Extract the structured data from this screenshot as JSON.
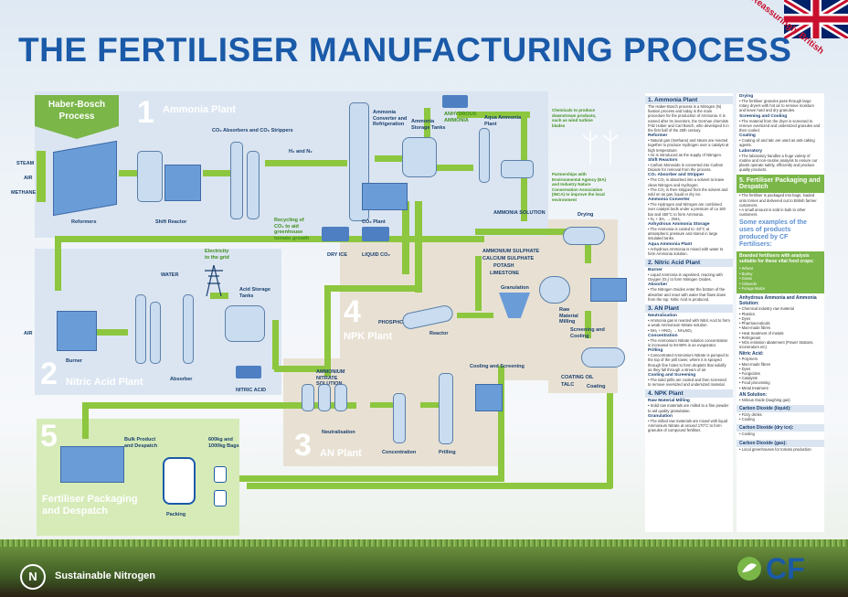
{
  "header": {
    "title": "THE FERTILISER MANUFACTURING PROCESS",
    "tagline": "Reassuringly British"
  },
  "colors": {
    "title": "#1a5aa8",
    "pipe_green": "#8dc63f",
    "zone_blue": "#dbe5f1",
    "zone_tan": "#e8e1d3",
    "zone_green": "#d6ebb8",
    "accent_green": "#7ab648"
  },
  "haber_bosch": {
    "label": "Haber-Bosch Process"
  },
  "zones": {
    "ammonia": {
      "number": "1",
      "label": "Ammonia Plant"
    },
    "nitric": {
      "number": "2",
      "label": "Nitric Acid Plant"
    },
    "an": {
      "number": "3",
      "label": "AN Plant"
    },
    "npk": {
      "number": "4",
      "label": "NPK Plant"
    },
    "packaging": {
      "number": "5",
      "label": "Fertiliser Packaging and Despatch"
    }
  },
  "inputs": {
    "steam": "STEAM",
    "air": "AIR",
    "methane": "METHANE",
    "air2": "AIR",
    "water": "WATER"
  },
  "equipment": {
    "reformers": "Reformers",
    "shift_reactor": "Shift Reactor",
    "co2_absorbers": "CO₂ Absorbers and CO₂ Strippers",
    "h2_n2": "H₂ and N₂",
    "ammonia_converter": "Ammonia Converter and Refrigeration",
    "ammonia_storage": "Ammonia Storage Tanks",
    "anhydrous": "ANHYDROUS AMMONIA",
    "aqua_plant": "Aqua Ammonia Plant",
    "ammonia_solution": "AMMONIA SOLUTION",
    "co2_plant": "CO₂ Plant",
    "dry_ice": "DRY ICE",
    "liquid_co2": "LIQUID CO₂",
    "recycling": "Recycling of CO₂ to aid greenhouse tomato growth",
    "electricity": "Electricity to the grid",
    "burner": "Burner",
    "absorber": "Absorber",
    "acid_tanks": "Acid Storage Tanks",
    "nitric_acid": "NITRIC ACID",
    "phosphoric": "PHOSPHORIC ACID",
    "reactor": "Reactor",
    "granulation": "Granulation",
    "raw_milling": "Raw Material Milling",
    "screening_cooling": "Screening and Cooling",
    "ammonium_sulphate": "AMMONIUM SULPHATE",
    "calcium_sulphate": "CALCIUM SULPHATE",
    "potash": "POTASH",
    "limestone": "LIMESTONE",
    "drying": "Drying",
    "coating": "Coating",
    "coating_oil": "COATING OIL",
    "talc": "TALC",
    "an_solution": "AMMONIUM NITRATE SOLUTION",
    "neutralisation": "Neutralisation",
    "concentration": "Concentration",
    "prilling": "Prilling",
    "cooling_screening": "Cooling and Screening",
    "bulk_product": "Bulk Product and Despatch",
    "bags": "600kg and 1000kg Bags",
    "packing": "Packing"
  },
  "notes": {
    "chemicals": "Chemicals to produce downstream products, such as wind turbine blades",
    "partnerships": "Partnerships with Environmental Agency (EA) and Industry Nature Conservation Association (INCA) to improve the local environment"
  },
  "side": {
    "ammonia_head": "1. Ammonia Plant",
    "ammonia_intro": "The Haber-Bosch process is a Nitrogen (N) fixation process and today is the main procedure for the production of Ammonia. It is named after its inventors, the German chemists Fritz Haber and Carl Bosch, who developed it in the first half of the 20th century.",
    "reformer_h": "Reformer",
    "reformer_t": "• Natural gas (methane) and steam are reacted together to produce Hydrogen over a catalyst at high temperature.\n• Air is introduced as the supply of Nitrogen.",
    "shift_h": "Shift Reactors",
    "shift_t": "• Carbon Monoxide is converted into Carbon Dioxide for removal from the process.",
    "co2_h": "CO₂ Absorber and Stripper",
    "co2_t": "• The CO₂ is absorbed into a solvent to leave clean Nitrogen and Hydrogen.\n• The CO₂ is then stripped from the solvent and sold on as gas, liquid or dry ice.",
    "conv_h": "Ammonia Converter",
    "conv_t": "• The Hydrogen and Nitrogen are combined over catalyst beds under a pressure of ca 160 bar and 450°C to form Ammonia.\n• N₂ + 3H₂ → 2NH₃",
    "anh_h": "Anhydrous Ammonia Storage",
    "anh_t": "• The Ammonia is cooled to -33°C at atmospheric pressure and stored in large insulated tanks.",
    "aqua_h": "Aqua Ammonia Plant",
    "aqua_t": "• Anhydrous Ammonia is mixed with water to form Ammonia solution.",
    "nitric_head": "2. Nitric Acid Plant",
    "burner_h": "Burner",
    "burner_t": "• Liquid Ammonia is vaporised, reacting with Oxygen (O₂) to form Nitrogen Oxides.",
    "absorber_h": "Absorber",
    "absorber_t": "• The Nitrogen Oxides enter the bottom of the absorber and react with water that flows down from the top. Nitric Acid is produced.",
    "an_head": "3. AN Plant",
    "neut_h": "Neutralisation",
    "neut_t": "• Ammonia gas is reacted with Nitric Acid to form a weak Ammonium Nitrate solution.\n• NH₃ + HNO₃ → NH₄NO₃",
    "conc_h": "Concentration",
    "conc_t": "• The Ammonium Nitrate solution concentration is increased to 94-98% in an evaporator.",
    "prill_h": "Prilling",
    "prill_t": "• Concentrated Ammonium Nitrate is pumped to the top of the prill tower, where it is sprayed through fine holes to form droplets that solidify as they fall through a stream of air.",
    "cool_h": "Cooling and Screening",
    "cool_t": "• The solid prills are cooled and then screened to remove oversized and undersized material.",
    "npk_head": "4. NPK Plant",
    "raw_h": "Raw Material Milling",
    "raw_t": "• Solid raw materials are milled to a fine powder to aid quality granulation.",
    "gran_h": "Granulation",
    "gran_t": "• The milled raw materials are mixed with liquid Ammonium Nitrate at around 170°C to form granules of compound fertiliser.",
    "dry_h": "Drying",
    "dry_t": "• The fertiliser granules pass through large rotary dryers with hot air to remove moisture and leave hard and dry granules.",
    "screen_h": "Screening and Cooling",
    "screen_t": "• The material from the dryer is screened to remove oversized and undersized granules and then cooled.",
    "coat_h": "Coating",
    "coat_t": "• Coating oil and talc are used as anti-caking agents.",
    "lab_h": "Laboratory",
    "lab_t": "• The laboratory handles a huge variety of routine and non-routine analysis to ensure our plants operate safely, efficiently and produce quality products.",
    "pack_head": "5. Fertiliser Packaging and Despatch",
    "pack_t": "• The fertiliser is packaged into bags, loaded onto lorries and delivered out to British farmer customers.\n• A small amount is sold in bulk to other customers.",
    "examples_title": "Some examples of the uses of products produced by CF Fertilisers:",
    "branded_h": "Branded fertilisers with analysis suitable for these vital food crops:",
    "branded_list": "• Wheat\n• Barley\n• Grass\n• Oilseeds\n• Forage Maize",
    "anhyd_h": "Anhydrous Ammonia and Ammonia Solution:",
    "anhyd_list": "• Chemical industry raw material\n• Plastics\n• Dyes\n• Pharmaceuticals\n• Man-made fibres\n• Heat treatment of metals\n• Refrigerant\n• NOx emission abatement (Power Stations, Incinerators etc)",
    "nitric_h": "Nitric Acid:",
    "nitric_list": "• Polymers\n• Man-made fibres\n• Dyes\n• Fungicides\n• Catalysts\n• Food processing\n• Metal treatment",
    "ans_h": "AN Solution:",
    "ans_list": "• Nitrous Oxide (laughing gas)",
    "co2l_h": "Carbon Dioxide (liquid):",
    "co2l_list": "• Fizzy drinks\n• Cooling",
    "co2d_h": "Carbon Dioxide (dry ice):",
    "co2d_list": "• Cooling",
    "co2g_h": "Carbon Dioxide (gas):",
    "co2g_list": "• Local greenhouses for tomato production"
  },
  "footer": {
    "sustainable": "Sustainable Nitrogen",
    "n_logo": "N",
    "cf": "CF"
  }
}
